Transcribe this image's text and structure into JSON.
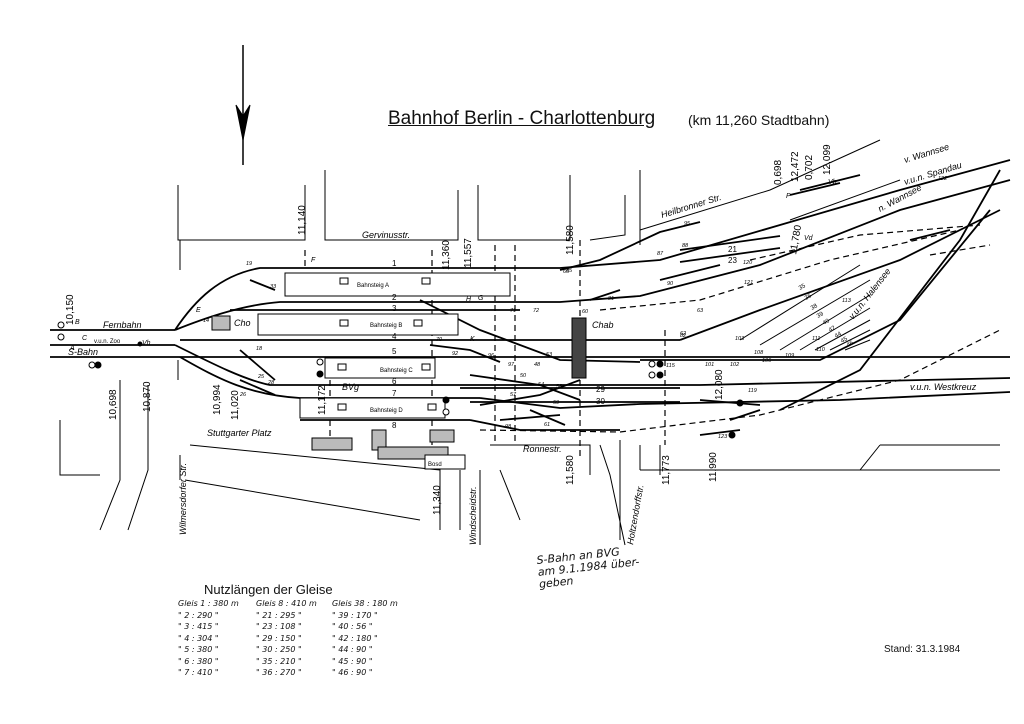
{
  "title": "Bahnhof Berlin - Charlottenburg",
  "subtitle": "(km 11,260 Stadtbahn)",
  "stand": "Stand:  31.3.1984",
  "note": [
    "S-Bahn an BVG",
    "am 9.1.1984 über-",
    "geben"
  ],
  "platforms": [
    "Bahnsteig A",
    "Bahnsteig B",
    "Bahnsteig C",
    "Bahnsteig D"
  ],
  "streets": {
    "gervinus": "Gervinusstr.",
    "heilbronner": "Heilbronner Str.",
    "wilmersdorfer": "Wilmersdorfer Str.",
    "windscheid": "Windscheidstr.",
    "holtzendorff": "Holtzendorffstr.",
    "ronne": "Ronnestr.",
    "stuttgarter": "Stuttgarter Platz",
    "halensee": "v.u.n. Halensee"
  },
  "lines": {
    "fernbahn": "Fernbahn",
    "zoo": "v.u.n. Zoo",
    "sbahn": "S-Bahn",
    "wannsee_v": "v. Wannsee",
    "spandau": "v.u.n. Spandau",
    "wannsee_n": "n. Wannsee",
    "westkreuz": "v.u.n. Westkreuz"
  },
  "buildings": {
    "cho": "Cho",
    "chab": "Chab",
    "bvg": "BVg",
    "bosd": "Bosd"
  },
  "km_marks": [
    "10,150",
    "10,698",
    "10,870",
    "10,994",
    "11,020",
    "11,140",
    "11,172",
    "11,340",
    "11,360",
    "11,557",
    "11,580",
    "11,580",
    "11,773",
    "11,990",
    "12,080",
    "11,780",
    "0,698",
    "12,472",
    "0,702",
    "12,099"
  ],
  "track_numbers": [
    "1",
    "2",
    "3",
    "4",
    "5",
    "6",
    "7",
    "8",
    "21",
    "23",
    "29",
    "30",
    "35",
    "36",
    "38",
    "39",
    "40",
    "42",
    "44",
    "45",
    "46"
  ],
  "switch_numbers": [
    "19",
    "33",
    "14",
    "18",
    "28",
    "25",
    "26",
    "70",
    "92",
    "96",
    "97",
    "48",
    "53",
    "50",
    "54",
    "57",
    "58",
    "59",
    "60",
    "61",
    "62",
    "63",
    "65",
    "71",
    "72",
    "81",
    "82",
    "85",
    "87",
    "88",
    "90",
    "95",
    "98",
    "101",
    "102",
    "103",
    "106",
    "108",
    "109",
    "110",
    "111",
    "113",
    "115",
    "119",
    "120",
    "121",
    "122",
    "123"
  ],
  "signals": [
    "A",
    "B",
    "C",
    "E",
    "F",
    "G",
    "H",
    "K",
    "Vb",
    "Vd",
    "P",
    "Vh"
  ],
  "table": {
    "title": "Nutzlängen der Gleise",
    "col1": [
      "Gleis 1 : 380 m",
      "\"  2 : 290 \"",
      "\"  3 : 415 \"",
      "\"  4 : 304 \"",
      "\"  5 : 380 \"",
      "\"  6 : 380 \"",
      "\"  7 : 410 \""
    ],
    "col2": [
      "Gleis 8 : 410 m",
      "\"  21 : 295 \"",
      "\"  23 : 108 \"",
      "\"  29 : 150 \"",
      "\"  30 : 250 \"",
      "\"  35 : 210 \"",
      "\"  36 : 270 \""
    ],
    "col3": [
      "Gleis 38 : 180 m",
      "\"  39 : 170 \"",
      "\"  40 : 56 \"",
      "\"  42 : 180 \"",
      "\"  44 : 90 \"",
      "\"  45 : 90 \"",
      "\"  46 : 90 \""
    ]
  }
}
